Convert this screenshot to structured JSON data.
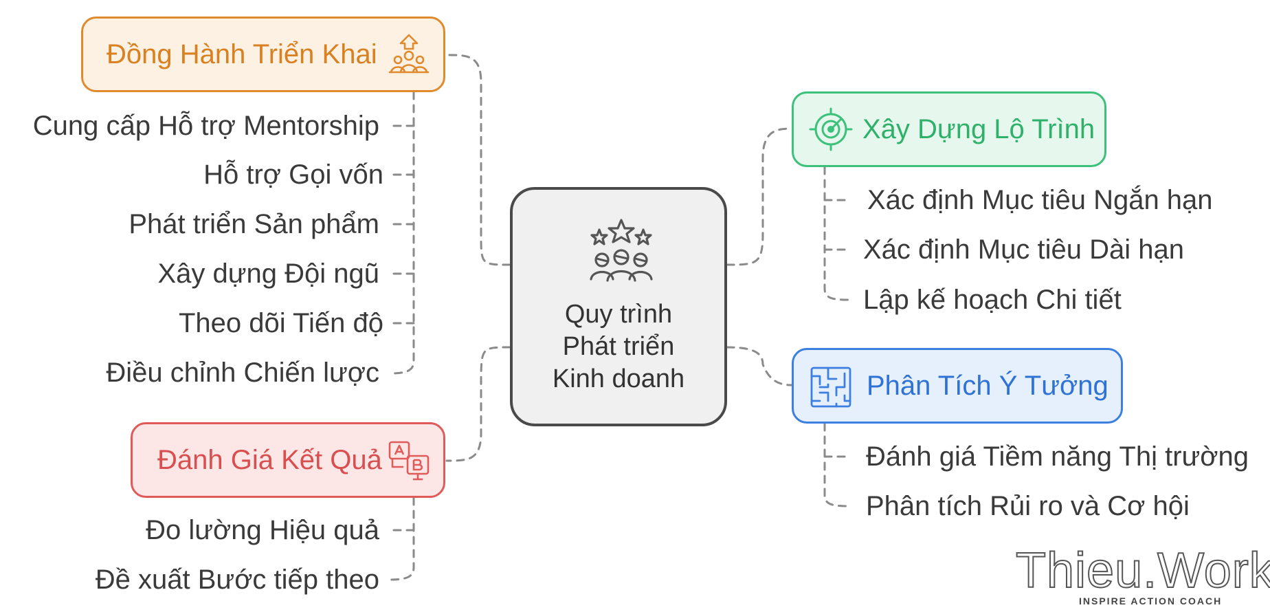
{
  "center": {
    "title_lines": [
      "Quy trình",
      "Phát triển",
      "Kinh doanh"
    ],
    "icon": "people-stars-icon"
  },
  "branches": {
    "dong_hanh": {
      "title": "Đồng Hành Triển Khai",
      "icon": "team-growth-icon",
      "color": "#e08a2e",
      "fill": "#fdf1e3",
      "items": [
        "Cung cấp Hỗ trợ Mentorship",
        "Hỗ trợ Gọi vốn",
        "Phát triển Sản phẩm",
        "Xây dựng Đội ngũ",
        "Theo dõi Tiến độ",
        "Điều chỉnh Chiến lược"
      ]
    },
    "danh_gia": {
      "title": "Đánh Giá Kết Quả",
      "icon": "ab-test-icon",
      "color": "#e05a5a",
      "fill": "#fde6e6",
      "items": [
        "Đo lường Hiệu quả",
        "Đề xuất Bước tiếp theo"
      ]
    },
    "xay_dung": {
      "title": "Xây Dựng Lộ Trình",
      "icon": "target-icon",
      "color": "#3cc07a",
      "fill": "#e6f8ee",
      "items": [
        "Xác định Mục tiêu Ngắn hạn",
        "Xác định Mục tiêu Dài hạn",
        "Lập kế hoạch Chi tiết"
      ]
    },
    "phan_tich": {
      "title": "Phân Tích Ý Tưởng",
      "icon": "maze-icon",
      "color": "#3b7fe0",
      "fill": "#e6effc",
      "items": [
        "Đánh giá Tiềm năng Thị trường",
        "Phân tích Rủi ro và Cơ hội"
      ]
    }
  },
  "watermark": {
    "brand": "Thieu.Work",
    "tagline": "INSPIRE ACTION COACH"
  }
}
